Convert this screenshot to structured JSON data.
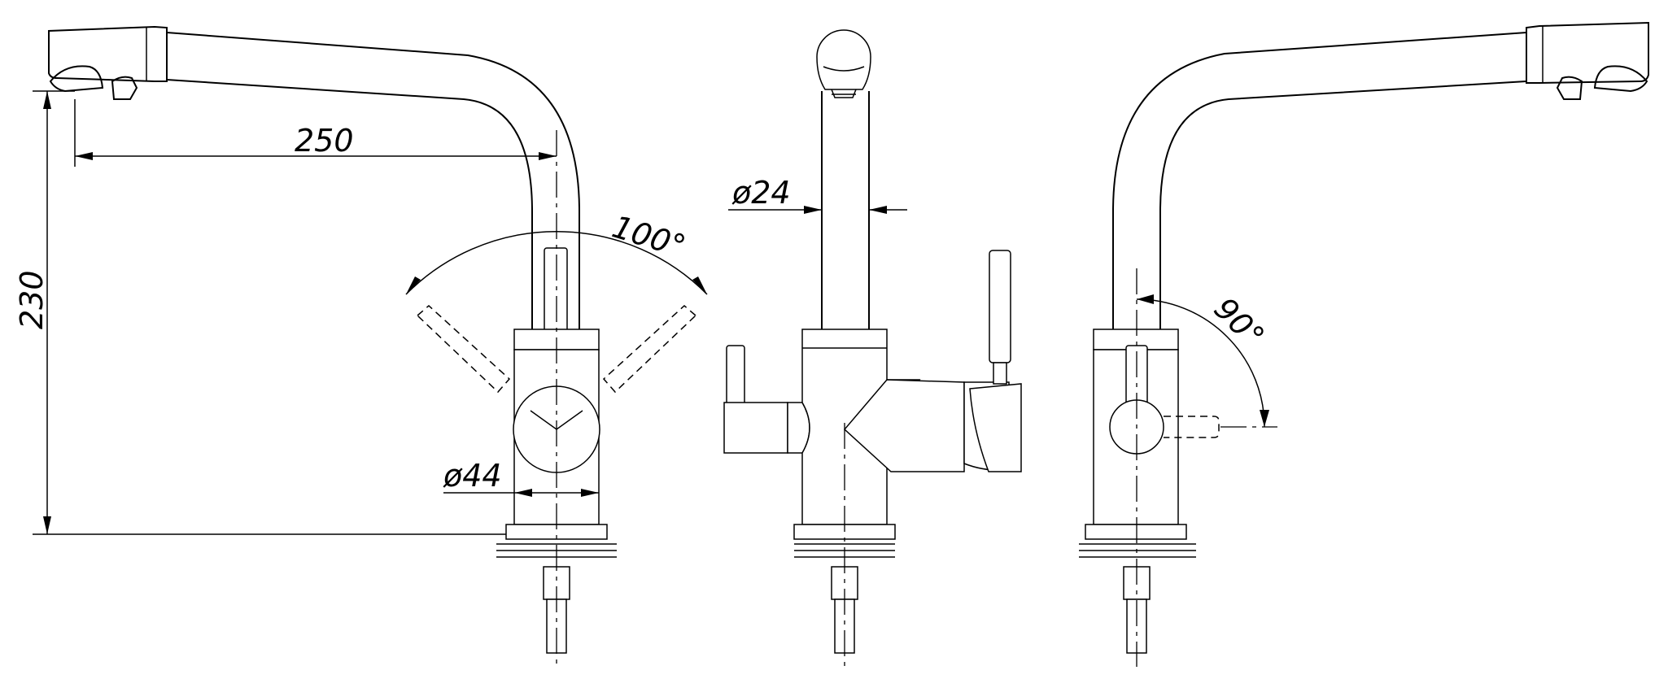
{
  "dimensions": {
    "spout_reach": "250",
    "height": "230",
    "swivel_angle": "100°",
    "body_diameter": "ø44",
    "spout_diameter": "ø24",
    "lever_angle": "90°"
  }
}
